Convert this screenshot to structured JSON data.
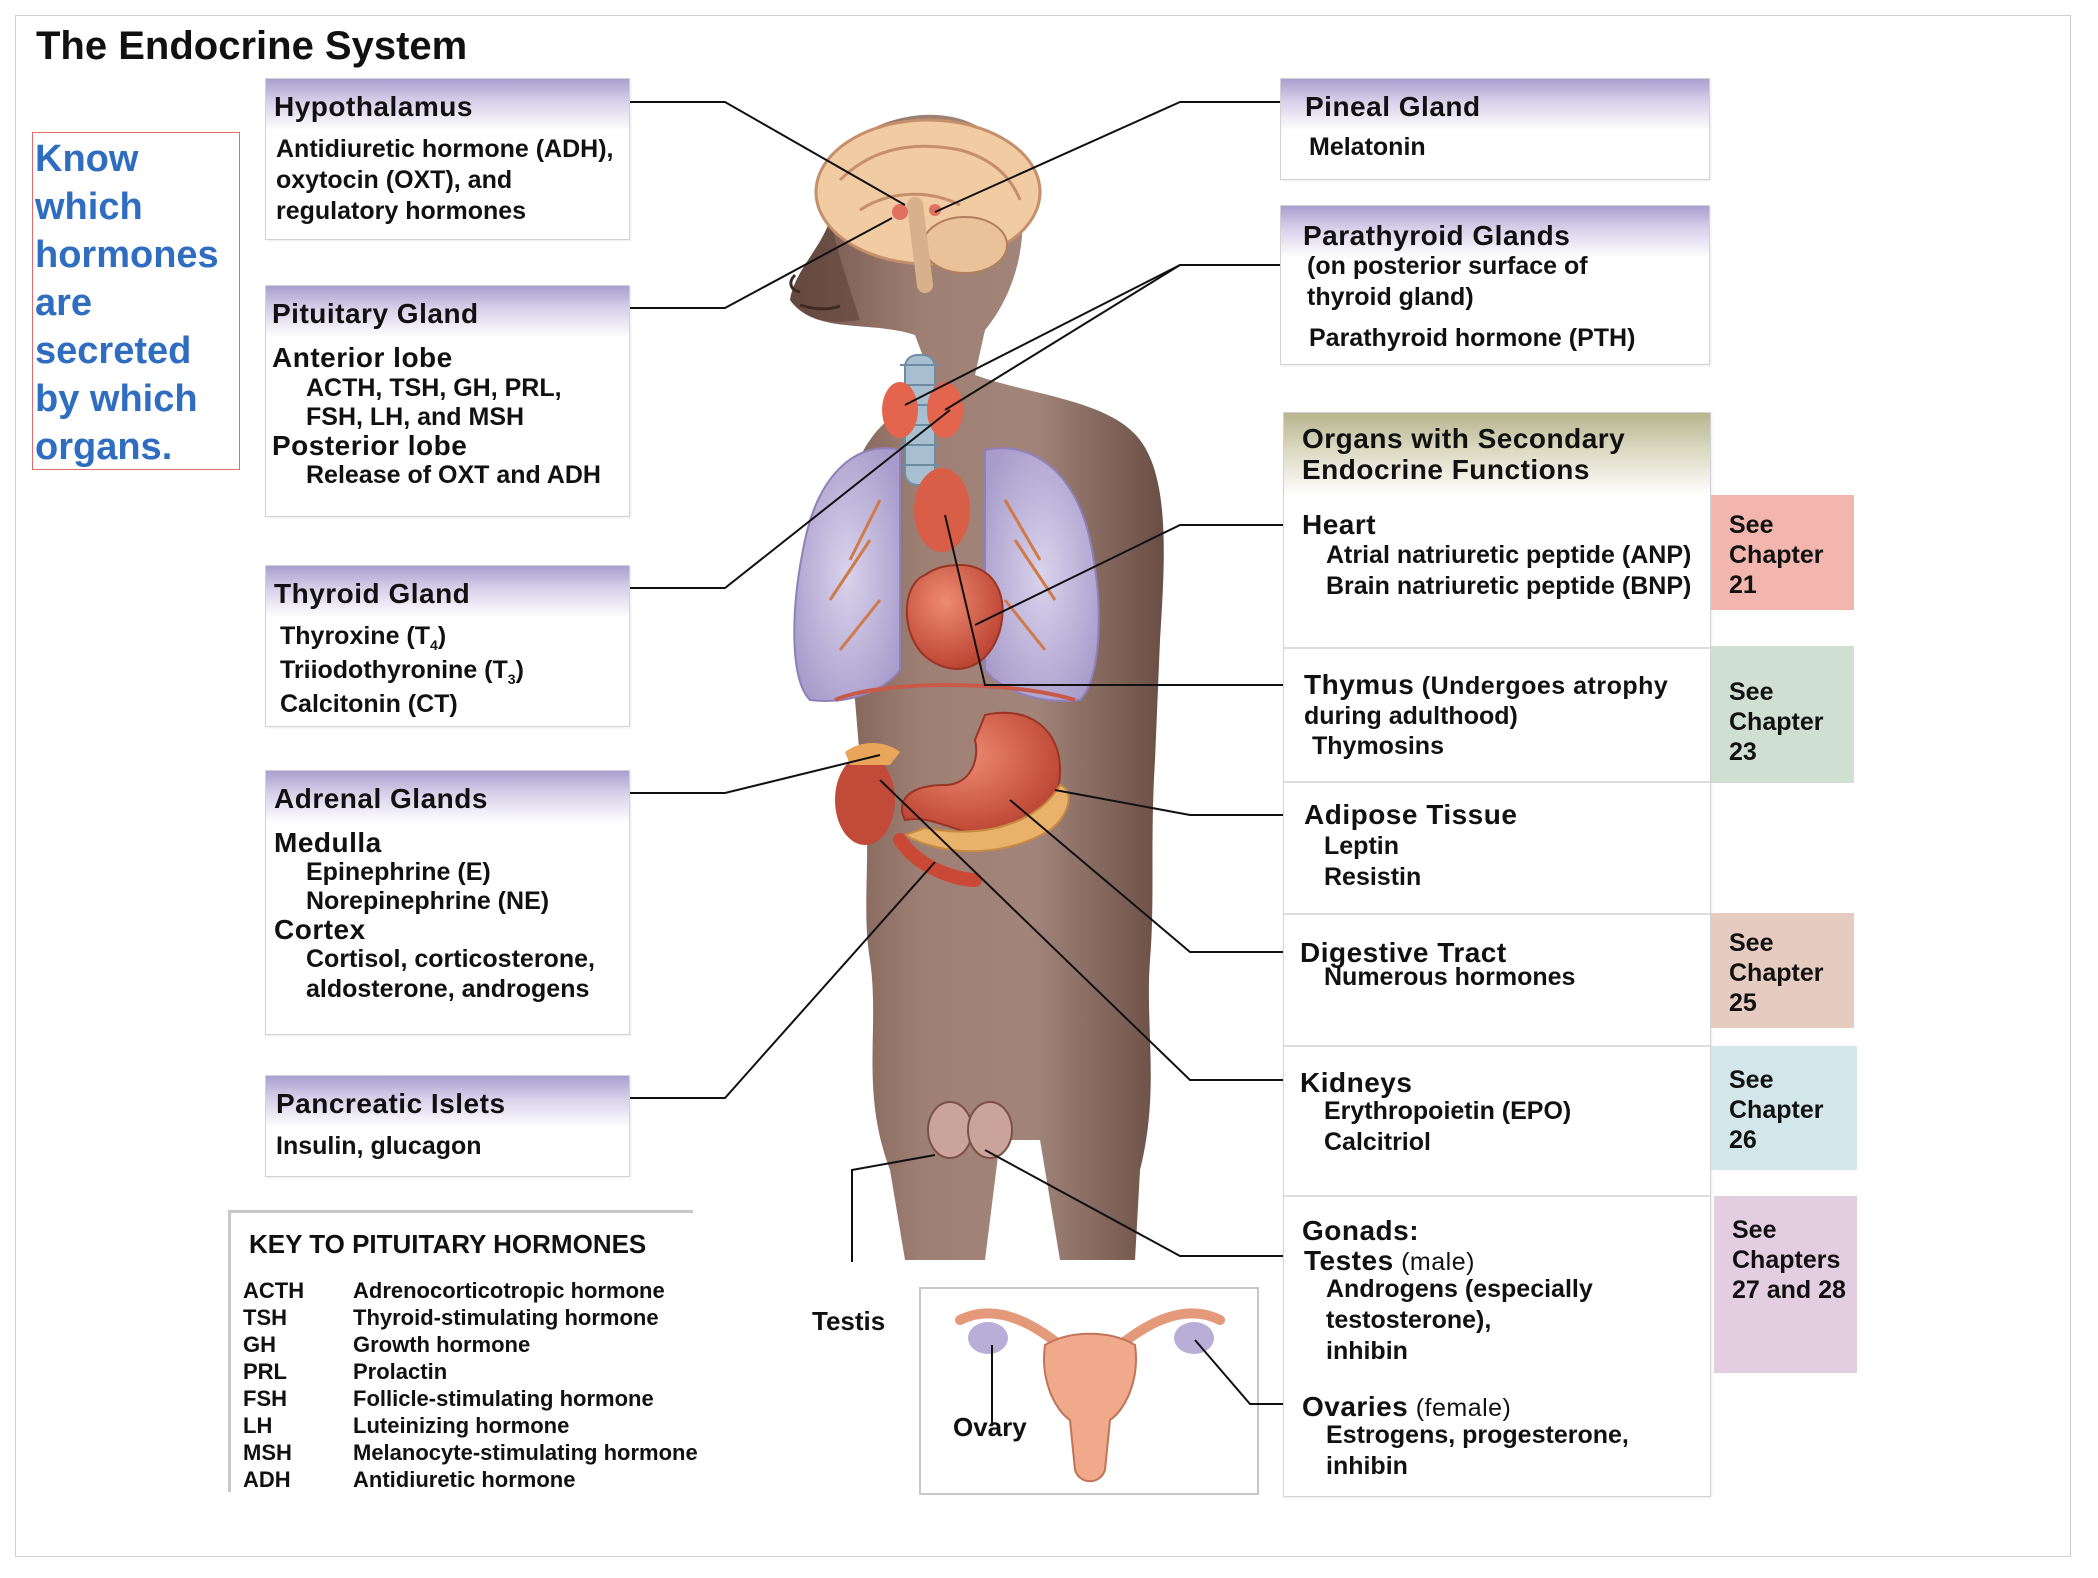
{
  "title": "The Endocrine System",
  "note": {
    "lines": [
      "Know",
      "which",
      "hormones",
      "are",
      "secreted",
      "by which",
      "organs."
    ],
    "color": "#2f6dc0"
  },
  "hypothalamus": {
    "title": "Hypothalamus",
    "lines": [
      "Antidiuretic hormone (ADH),",
      "oxytocin (OXT), and",
      "regulatory hormones"
    ]
  },
  "pituitary": {
    "title": "Pituitary Gland",
    "anterior_label": "Anterior lobe",
    "anterior_lines": [
      "ACTH, TSH, GH, PRL,",
      "FSH, LH, and MSH"
    ],
    "posterior_label": "Posterior lobe",
    "posterior_line": "Release of OXT and ADH"
  },
  "thyroid": {
    "title": "Thyroid Gland",
    "l1_text": "Thyroxine (T",
    "l1_sub": "4",
    "l1_end": ")",
    "l2_text": "Triiodothyronine (T",
    "l2_sub": "3",
    "l2_end": ")",
    "l3": "Calcitonin (CT)"
  },
  "adrenal": {
    "title": "Adrenal Glands",
    "medulla_label": "Medulla",
    "medulla_lines": [
      "Epinephrine (E)",
      "Norepinephrine (NE)"
    ],
    "cortex_label": "Cortex",
    "cortex_lines": [
      "Cortisol, corticosterone,",
      "aldosterone, androgens"
    ]
  },
  "pancreas": {
    "title": "Pancreatic Islets",
    "line": "Insulin, glucagon"
  },
  "key": {
    "title": "KEY TO PITUITARY HORMONES",
    "rows": [
      {
        "abbr": "ACTH",
        "name": "Adrenocorticotropic hormone"
      },
      {
        "abbr": "TSH",
        "name": "Thyroid-stimulating hormone"
      },
      {
        "abbr": "GH",
        "name": "Growth hormone"
      },
      {
        "abbr": "PRL",
        "name": "Prolactin"
      },
      {
        "abbr": "FSH",
        "name": "Follicle-stimulating hormone"
      },
      {
        "abbr": "LH",
        "name": "Luteinizing hormone"
      },
      {
        "abbr": "MSH",
        "name": "Melanocyte-stimulating hormone"
      },
      {
        "abbr": "ADH",
        "name": "Antidiuretic hormone"
      }
    ]
  },
  "labels": {
    "testis": "Testis",
    "ovary": "Ovary"
  },
  "pineal": {
    "title": "Pineal Gland",
    "line": "Melatonin"
  },
  "parathyroid": {
    "title": "Parathyroid Glands",
    "sub_lines": [
      "(on posterior surface of",
      "thyroid gland)"
    ],
    "line": "Parathyroid hormone (PTH)"
  },
  "secondary": {
    "title_lines": [
      "Organs with Secondary",
      "Endocrine Functions"
    ],
    "heart": {
      "title": "Heart",
      "lines": [
        "Atrial natriuretic peptide (ANP)",
        "Brain natriuretic peptide (BNP)"
      ]
    },
    "thymus": {
      "title": "Thymus",
      "title_note": " (Undergoes atrophy",
      "note_line2": "during adulthood)",
      "line": "Thymosins"
    },
    "adipose": {
      "title": "Adipose Tissue",
      "lines": [
        "Leptin",
        "Resistin"
      ]
    },
    "digestive": {
      "title": "Digestive Tract",
      "line": "Numerous hormones"
    },
    "kidneys": {
      "title": "Kidneys",
      "lines": [
        "Erythropoietin (EPO)",
        "Calcitriol"
      ]
    },
    "gonads": {
      "title": "Gonads:",
      "testes_label": "Testes",
      "testes_note": " (male)",
      "testes_lines": [
        "Androgens (especially",
        "testosterone),",
        "inhibin"
      ],
      "ovaries_label": "Ovaries",
      "ovaries_note": " (female)",
      "ovaries_lines": [
        "Estrogens, progesterone,",
        "inhibin"
      ]
    }
  },
  "chapters": [
    {
      "lines": [
        "See",
        "Chapter",
        "21"
      ],
      "color": "#f2b6ae"
    },
    {
      "lines": [
        "See",
        "Chapter",
        "23"
      ],
      "color": "#cfe0d3"
    },
    {
      "lines": [
        "See",
        "Chapter",
        "25"
      ],
      "color": "#e6cbc0"
    },
    {
      "lines": [
        "See",
        "Chapter",
        "26"
      ],
      "color": "#d2e7ea"
    },
    {
      "lines": [
        "See",
        "Chapters",
        "27 and 28"
      ],
      "color": "#e3cde0"
    }
  ]
}
